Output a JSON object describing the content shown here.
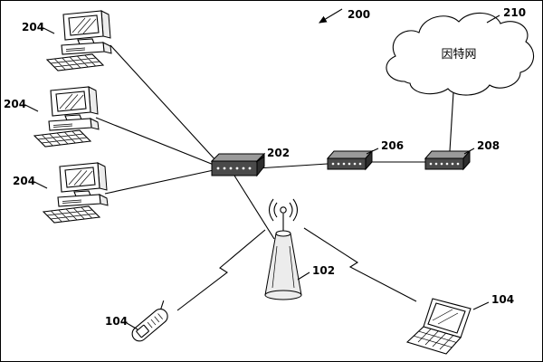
{
  "diagram": {
    "figure_ref": "200",
    "cloud": {
      "ref": "210",
      "label": "因特网"
    },
    "nodes": {
      "computers": [
        "204",
        "204",
        "204"
      ],
      "switch": {
        "ref": "202"
      },
      "modem": {
        "ref": "206"
      },
      "router": {
        "ref": "208"
      },
      "basestation": {
        "ref": "102"
      },
      "phone": {
        "ref": "104"
      },
      "laptop": {
        "ref": "104"
      }
    }
  }
}
